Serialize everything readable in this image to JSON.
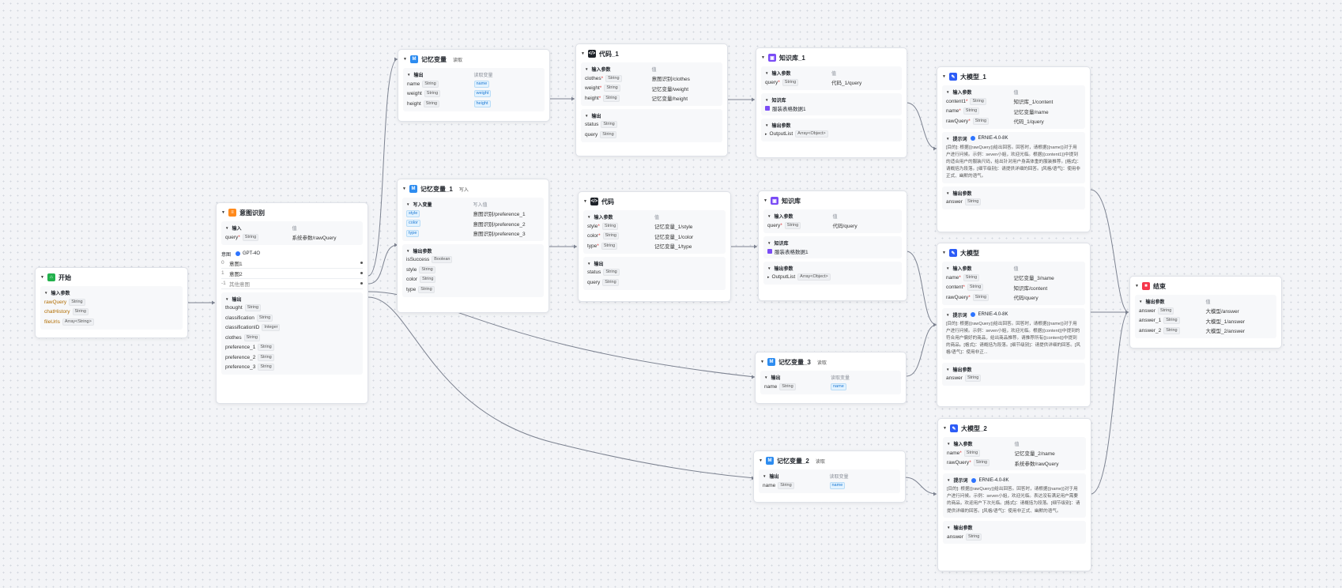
{
  "common": {
    "type_string": "String",
    "input_params": "输入参数",
    "output_params": "输出参数",
    "output": "输出",
    "value": "值",
    "read_var": "读取变量",
    "write_var": "写入变量",
    "write_val": "写入值",
    "knowledge": "知识库",
    "prompt": "提示词",
    "model": "ERNIE-4.0-8K",
    "type_array_object": "Array<Object>"
  },
  "start": {
    "title": "开始",
    "params": [
      {
        "name": "rawQuery",
        "type": "String"
      },
      {
        "name": "chatHistory",
        "type": "String"
      },
      {
        "name": "fileUrls",
        "type": "Array<String>"
      }
    ]
  },
  "intent": {
    "title": "意图识别",
    "input_label": "输入",
    "query_name": "query",
    "query_val": "系统参数/rawQuery",
    "intent_label": "意图",
    "model": "GPT-4O",
    "intents": [
      {
        "n": "0",
        "label": "意图1"
      },
      {
        "n": "1",
        "label": "意图2"
      },
      {
        "n": "-1",
        "label": "其他意图"
      }
    ],
    "outputs": [
      {
        "name": "thought",
        "type": "String"
      },
      {
        "name": "classification",
        "type": "String"
      },
      {
        "name": "classificationID",
        "type": "Integer"
      },
      {
        "name": "clothes",
        "type": "String"
      },
      {
        "name": "preference_1",
        "type": "String"
      },
      {
        "name": "preference_2",
        "type": "String"
      },
      {
        "name": "preference_3",
        "type": "String"
      }
    ]
  },
  "mem_read": {
    "title": "记忆变量",
    "mode": "读取",
    "rows": [
      {
        "name": "name",
        "var": "name"
      },
      {
        "name": "weight",
        "var": "weight"
      },
      {
        "name": "height",
        "var": "height"
      }
    ]
  },
  "mem_write": {
    "title": "记忆变量_1",
    "mode": "写入",
    "rows": [
      {
        "name": "style",
        "val": "意图识别/preference_1"
      },
      {
        "name": "color",
        "val": "意图识别/preference_2"
      },
      {
        "name": "type",
        "val": "意图识别/preference_3"
      }
    ],
    "outputs": [
      {
        "name": "isSuccess",
        "type": "Boolean"
      },
      {
        "name": "style",
        "type": "String"
      },
      {
        "name": "color",
        "type": "String"
      },
      {
        "name": "type",
        "type": "String"
      }
    ]
  },
  "code1": {
    "title": "代码_1",
    "inputs": [
      {
        "name": "clothes",
        "val": "意图识别/clothes"
      },
      {
        "name": "weight",
        "val": "记忆变量/weight"
      },
      {
        "name": "height",
        "val": "记忆变量/height"
      }
    ],
    "outputs": [
      {
        "name": "status",
        "type": "String"
      },
      {
        "name": "query",
        "type": "String"
      }
    ]
  },
  "code": {
    "title": "代码",
    "inputs": [
      {
        "name": "style",
        "val": "记忆变量_1/style"
      },
      {
        "name": "color",
        "val": "记忆变量_1/color"
      },
      {
        "name": "type",
        "val": "记忆变量_1/type"
      }
    ],
    "outputs": [
      {
        "name": "status",
        "type": "String"
      },
      {
        "name": "query",
        "type": "String"
      }
    ]
  },
  "kb1": {
    "title": "知识库_1",
    "query_val": "代码_1/query",
    "kb_name": "服装表格数据1",
    "out_name": "OutputList"
  },
  "kb": {
    "title": "知识库",
    "query_val": "代码/query",
    "kb_name": "服装表格数据1",
    "out_name": "OutputList"
  },
  "mem3": {
    "title": "记忆变量_3",
    "mode": "读取",
    "row": {
      "name": "name",
      "var": "name"
    }
  },
  "mem2": {
    "title": "记忆变量_2",
    "mode": "读取",
    "row": {
      "name": "name",
      "var": "name"
    }
  },
  "llm1": {
    "title": "大模型_1",
    "inputs": [
      {
        "name": "content1",
        "val": "知识库_1/content"
      },
      {
        "name": "name",
        "val": "记忆变量/name"
      },
      {
        "name": "rawQuery",
        "val": "代码_1/query"
      }
    ],
    "prompt": "[目的]: 根据{{rawQuery}}给出回答。回答时，请根据{{name}}对于用户进行问候。示例：seven小姐，欢迎光临。根据{{content1}}中提到的适合用户的服装尺码，给出针对用户身高体重的服装推荐。[格式]：请概括为段落。[细节级别]：请提供详细的回答。[风格/语气]：使用非正式、幽默的语气。",
    "out_name": "answer"
  },
  "llm": {
    "title": "大模型",
    "inputs": [
      {
        "name": "name",
        "val": "记忆变量_3/name"
      },
      {
        "name": "content",
        "val": "知识库/content"
      },
      {
        "name": "rawQuery",
        "val": "代码/query"
      }
    ],
    "prompt": "[目的]: 根据{{rawQuery}}给出回答。回答时，请根据{{name}}对于用户进行问候。示例：seven小姐，欢迎光临。根据{{content}}中提到的符合用户偏好的商品，给出商品推荐。请推荐所有{{content}}中提到的商品。[格式]：请概括为段落。[细节级别]：请提供详细的回答。[风格/语气]：使用非正...",
    "out_name": "answer"
  },
  "llm2": {
    "title": "大模型_2",
    "inputs": [
      {
        "name": "name",
        "val": "记忆变量_2/name"
      },
      {
        "name": "rawQuery",
        "val": "系统参数/rawQuery"
      }
    ],
    "prompt": "[目的]: 根据{{rawQuery}}给出回答。回答时，请根据{{name}}对于用户进行问候。示例：seven小姐，欢迎光临。表达没有满足用户需要的商品，欢迎用户下次光临。[格式]：请概括为段落。[细节级别]：请提供详细的回答。[风格/语气]：使用非正式、幽默的语气。",
    "out_name": "answer"
  },
  "end": {
    "title": "结束",
    "rows": [
      {
        "name": "answer",
        "val": "大模型/answer"
      },
      {
        "name": "answer_1",
        "val": "大模型_1/answer"
      },
      {
        "name": "answer_2",
        "val": "大模型_2/answer"
      }
    ]
  },
  "colors": {
    "start": "#22b14c",
    "intent": "#ff8a1c",
    "mem": "#2d8cf0",
    "code": "#1f2329",
    "kb": "#7a4cf5",
    "llm": "#2d5cf6",
    "end": "#f5364b"
  }
}
